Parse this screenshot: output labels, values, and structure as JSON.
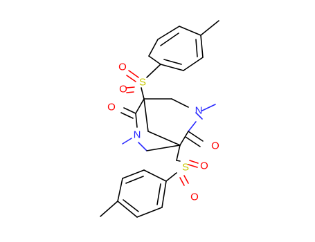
{
  "structure": {
    "atom_labels": {
      "s_top": "S",
      "s_bottom": "S",
      "o_top_a": "O",
      "o_top_b": "O",
      "o_bottom_a": "O",
      "o_bottom_b": "O",
      "o_carbonyl_left": "O",
      "o_carbonyl_right": "O",
      "n_right": "N",
      "n_left": "N"
    },
    "colors": {
      "bond": "#000000",
      "sulfur": "#c8c800",
      "oxygen": "#ff0000",
      "nitrogen": "#2a2aff"
    }
  }
}
